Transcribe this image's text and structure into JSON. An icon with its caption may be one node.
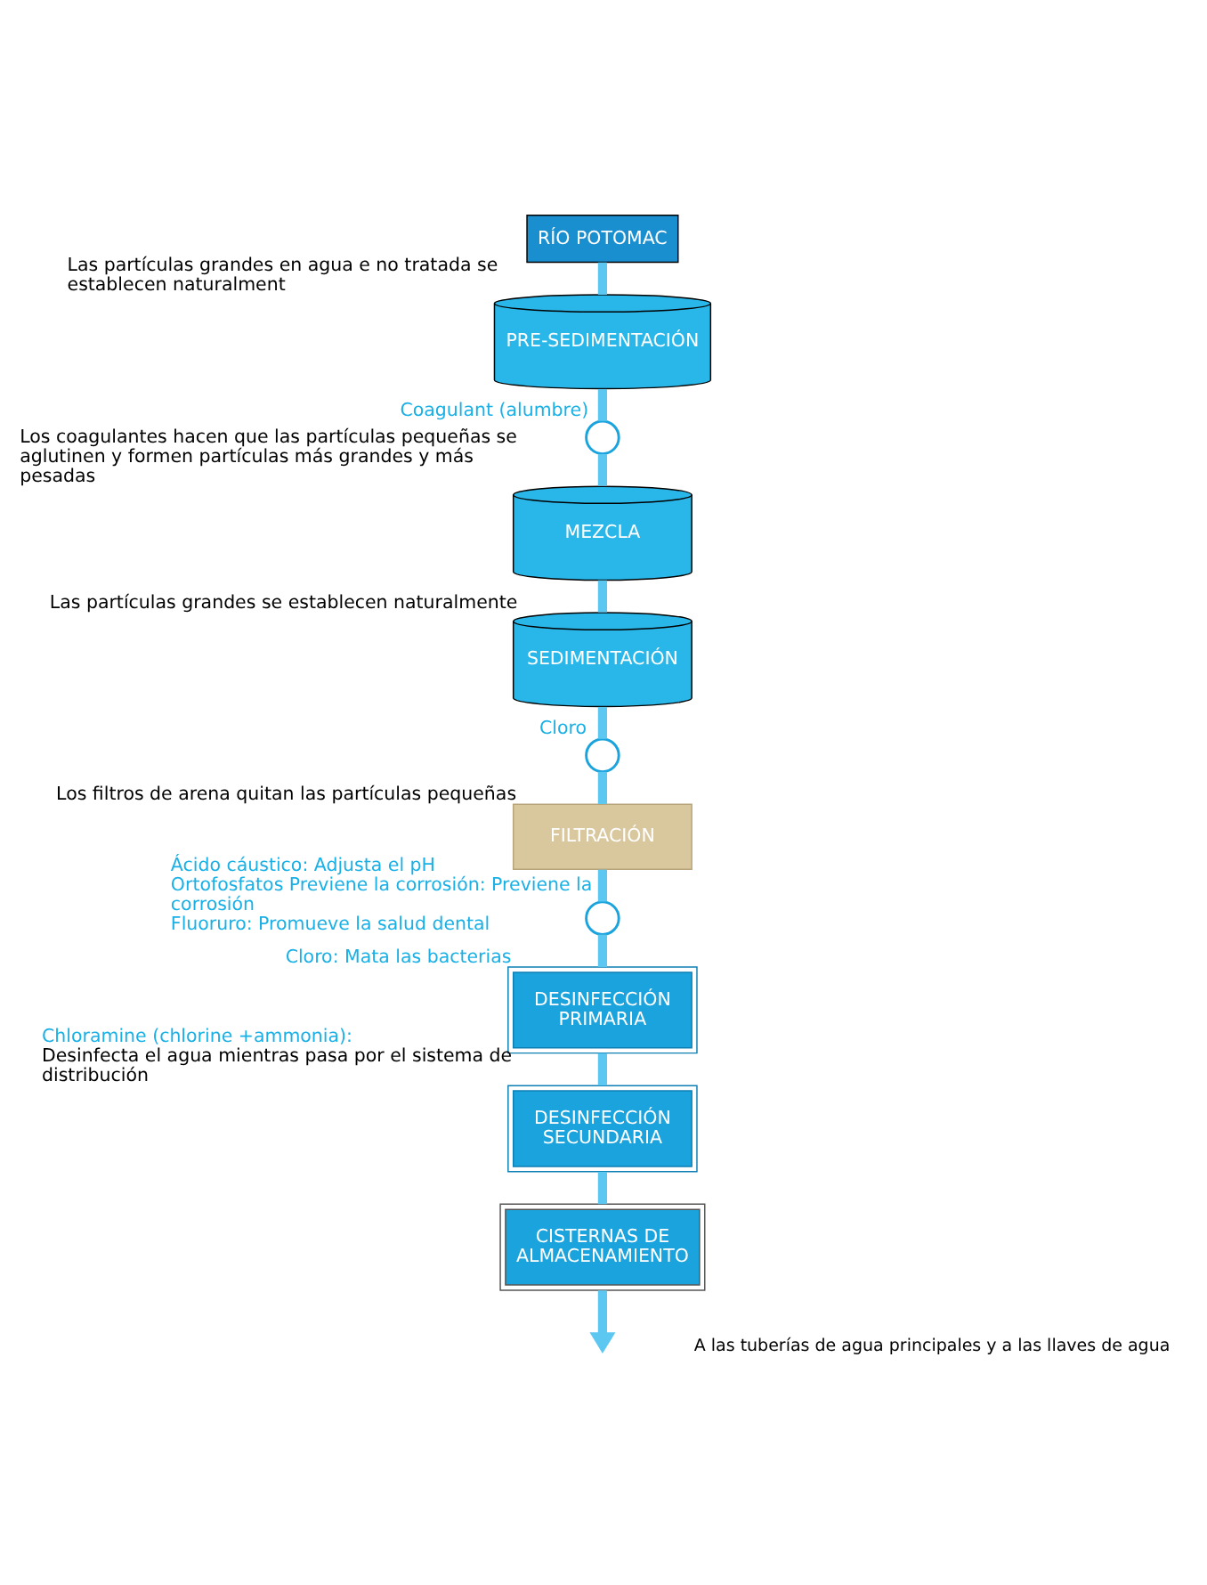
{
  "diagram": {
    "nodes": [
      {
        "text": [
          "RÍO POTOMAC"
        ]
      },
      {
        "text": [
          "PRE-SEDIMENTACIÓN"
        ],
        "beside": [
          "Las partículas grandes en agua e no tratada se establecen naturalment"
        ]
      },
      {
        "text": [],
        "shape": "circle",
        "beside": [
          "Coagulant (alumbre)"
        ]
      },
      {
        "text": [
          "MEZCLA"
        ],
        "beside": [
          "Los coagulantes hacen que las partículas pequeñas se aglutinen y formen partículas más grandes y más pesadas"
        ]
      },
      {
        "text": [
          "SEDIMENTACIÓN"
        ],
        "beside": [
          "Las partículas grandes se establecen naturalmente"
        ]
      },
      {
        "text": [],
        "shape": "circle",
        "beside": [
          "Cloro"
        ]
      },
      {
        "text": [
          "FILTRACIÓN"
        ],
        "beside": [
          "Los filtros de arena quitan las partículas pequeñas"
        ]
      },
      {
        "text": [],
        "shape": "circle",
        "beside": [
          "Ácido cáustico: Adjusta el pH",
          "Ortofosfatos Previene la corrosión: Previene la corrosión",
          "Fluoruro: Promueve la salud dental"
        ]
      },
      {
        "text": [
          "DESINFECCIÓN PRIMARIA"
        ],
        "beside": [
          "Cloro: Mata las bacterias"
        ]
      },
      {
        "text": [
          "DESINFECCIÓN SECUNDARIA"
        ],
        "beside": [
          "Chloramine (chlorine +ammonia):",
          "Desinfecta el agua mientras pasa por el sistema de distribución"
        ]
      },
      {
        "text": [
          "CISTERNAS DE ALMACENAMIENTO"
        ]
      }
    ],
    "edges": [
      {
        "from": 0,
        "to": 1,
        "arrow": "none"
      },
      {
        "from": 1,
        "to": 2,
        "arrow": "none"
      },
      {
        "from": 2,
        "to": 3,
        "arrow": "none"
      },
      {
        "from": 3,
        "to": 4,
        "arrow": "none"
      },
      {
        "from": 4,
        "to": 5,
        "arrow": "none"
      },
      {
        "from": 5,
        "to": 6,
        "arrow": "none"
      },
      {
        "from": 6,
        "to": 7,
        "arrow": "none"
      },
      {
        "from": 7,
        "to": 8,
        "arrow": "none"
      },
      {
        "from": 8,
        "to": 9,
        "arrow": "none"
      },
      {
        "from": 9,
        "to": 10,
        "arrow": "none"
      },
      {
        "from": 10,
        "to": null,
        "arrow": "to"
      }
    ],
    "labels": [
      "A las tuberías de agua principales y a las llaves de agua"
    ]
  }
}
